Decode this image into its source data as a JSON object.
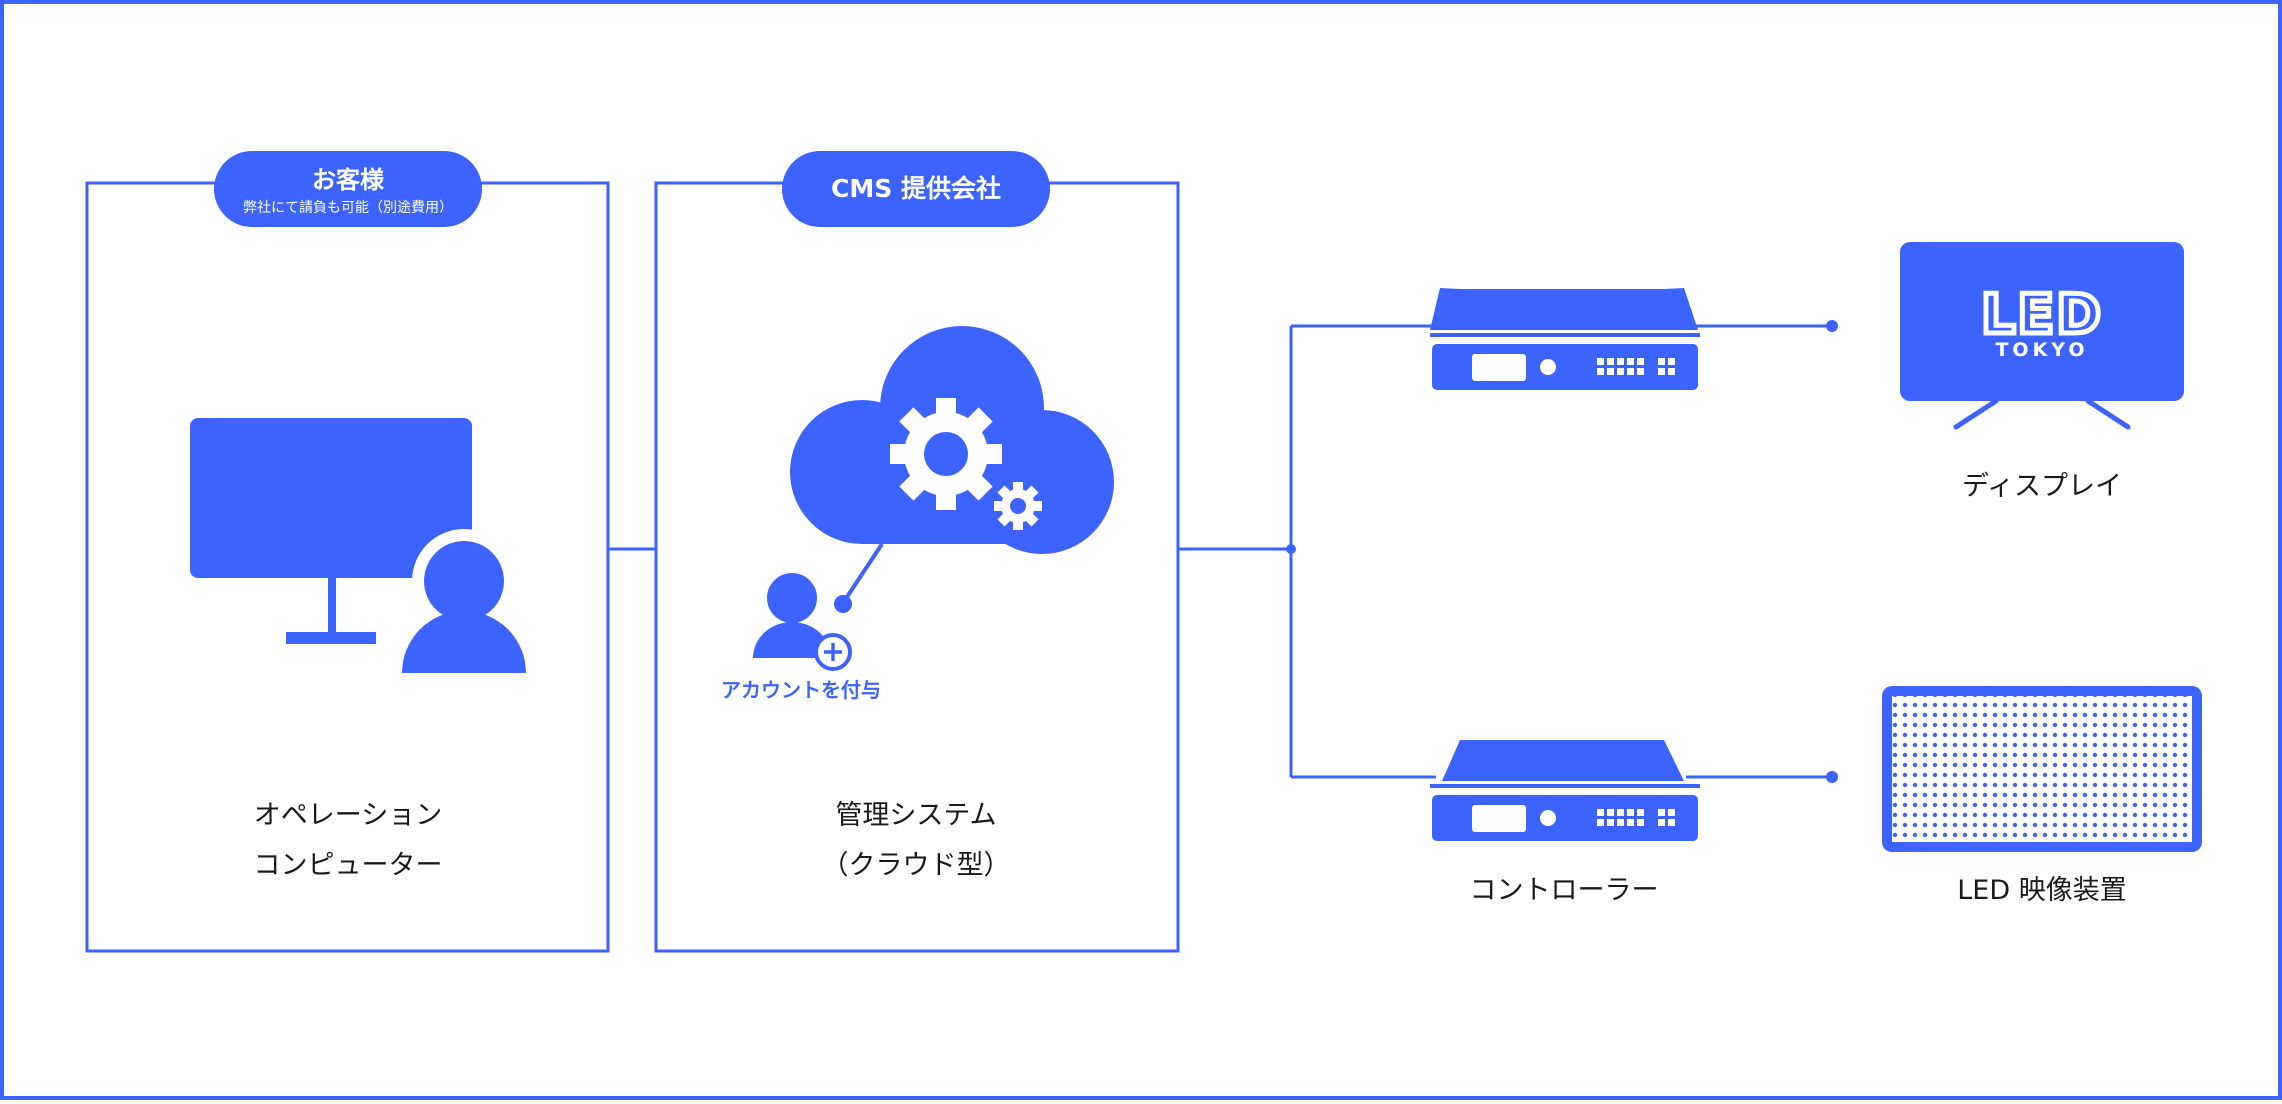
{
  "colors": {
    "accent": "#3d63ff",
    "text": "#1a1a1a",
    "background": "#ffffff"
  },
  "customer": {
    "badge_title": "お客様",
    "badge_subtitle": "弊社にて請負も可能（別途費用）",
    "label_line1": "オペレーション",
    "label_line2": "コンピューター"
  },
  "cms": {
    "badge_title": "CMS 提供会社",
    "account_label": "アカウントを付与",
    "label_line1": "管理システム",
    "label_line2": "（クラウド型）"
  },
  "controller": {
    "label": "コントローラー"
  },
  "display": {
    "logo_top": "LED",
    "logo_bottom": "TOKYO",
    "label": "ディスプレイ"
  },
  "led_device": {
    "label": "LED 映像装置"
  },
  "icons": [
    "monitor-icon",
    "user-icon",
    "cloud-gear-icon",
    "add-user-icon",
    "controller-icon",
    "tv-icon",
    "led-panel-icon"
  ]
}
